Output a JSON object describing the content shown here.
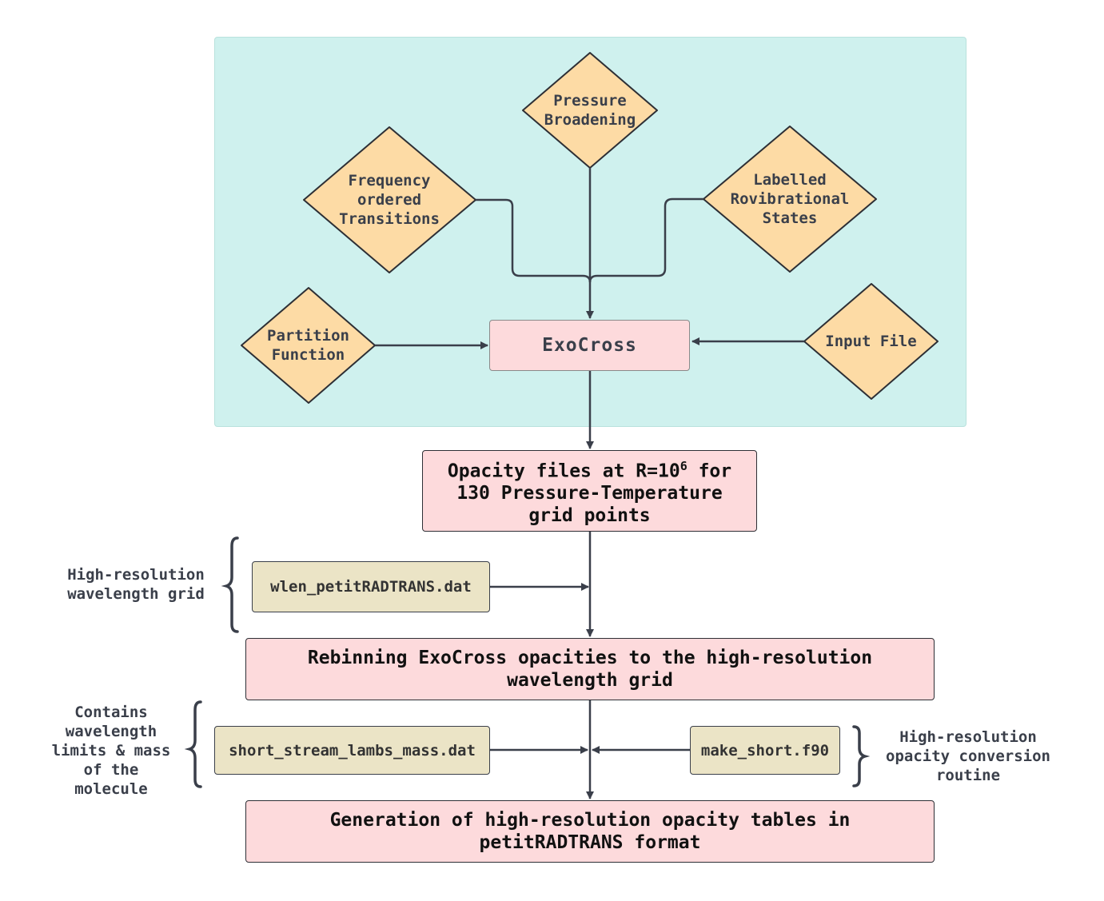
{
  "inputs": {
    "pressure": "Pressure\nBroadening",
    "frequency": "Frequency\nordered\nTransitions",
    "labelled": "Labelled\nRovibrational\nStates",
    "partition": "Partition\nFunction",
    "input_file": "Input File"
  },
  "exocross": "ExoCross",
  "opacity_files": {
    "line1_prefix": "Opacity files at R=10",
    "line1_sup": "6",
    "line1_suffix": " for",
    "line2": "130 Pressure-Temperature",
    "line3": "grid points"
  },
  "wlen_file": "wlen_petitRADTRANS.dat",
  "wlen_label": "High-resolution\nwavelength grid",
  "rebinning": "Rebinning ExoCross opacities to the high-resolution\nwavelength grid",
  "short_stream_file": "short_stream_lambs_mass.dat",
  "short_stream_label": "Contains\nwavelength\nlimits & mass\nof the\nmolecule",
  "make_short_file": "make_short.f90",
  "make_short_label": "High-resolution\nopacity conversion\nroutine",
  "generation": "Generation of high-resolution opacity tables in\npetitRADTRANS format",
  "colors": {
    "panel": "#cff1ee",
    "diamond": "#fddba5",
    "pink_box": "#fddadc",
    "file_box": "#ebe4c6",
    "connector": "#3a3f4a"
  }
}
